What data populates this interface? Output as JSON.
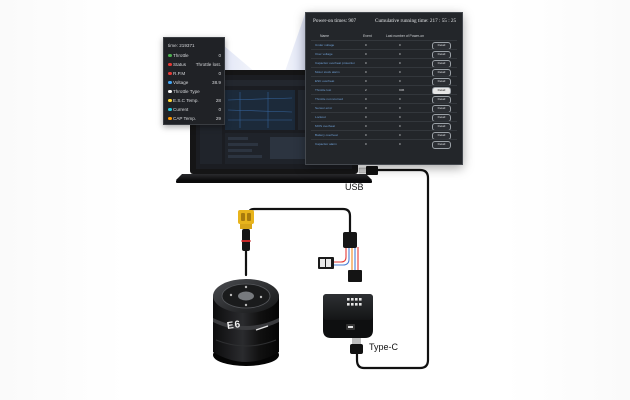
{
  "telemetry_panel": {
    "title": "time: 219371",
    "rows": [
      {
        "label": "Throttle",
        "value": "0",
        "color": "#4caf50"
      },
      {
        "label": "Status",
        "value": "Throttle lost.",
        "color": "#e53935"
      },
      {
        "label": "R.P.M",
        "value": "0",
        "color": "#e53935"
      },
      {
        "label": "Voltage",
        "value": "38.9",
        "color": "#42a5f5"
      },
      {
        "label": "Throttle Type",
        "value": "",
        "color": "#f5f5f5"
      },
      {
        "label": "E.S.C Temp.",
        "value": "28",
        "color": "#fdd835"
      },
      {
        "label": "Current",
        "value": "0",
        "color": "#26c6da"
      },
      {
        "label": "CAP Temp.",
        "value": "29",
        "color": "#ff9800"
      }
    ]
  },
  "stats_panel": {
    "power_on": "Power-on times: 907",
    "running_time": "Cumulative running time: 217 : 55 : 25",
    "columns": [
      "Name",
      "Event",
      "Last number of Power-on",
      ""
    ],
    "rows": [
      {
        "name": "Under voltage",
        "count": "0",
        "last": "0",
        "button": "Detail"
      },
      {
        "name": "Over voltage",
        "count": "0",
        "last": "0",
        "button": "Detail"
      },
      {
        "name": "Capacitor overheat protection",
        "count": "0",
        "last": "0",
        "button": "Detail"
      },
      {
        "name": "Motor stuck alarm",
        "count": "0",
        "last": "0",
        "button": "Detail"
      },
      {
        "name": "ESC overheat",
        "count": "0",
        "last": "0",
        "button": "Detail"
      },
      {
        "name": "Throttle lost",
        "count": "2",
        "last": "906",
        "button": "Detail"
      },
      {
        "name": "Throttle not returned",
        "count": "0",
        "last": "0",
        "button": "Detail"
      },
      {
        "name": "Sensor error",
        "count": "0",
        "last": "0",
        "button": "Detail"
      },
      {
        "name": "Lockout",
        "count": "0",
        "last": "0",
        "button": "Detail"
      },
      {
        "name": "MOS overheat",
        "count": "0",
        "last": "0",
        "button": "Detail"
      },
      {
        "name": "Battery overheat",
        "count": "0",
        "last": "0",
        "button": "Detail"
      },
      {
        "name": "Capacitor alarm",
        "count": "0",
        "last": "0",
        "button": "Detail"
      }
    ]
  },
  "labels": {
    "usb": "USB",
    "type_c": "Type-C",
    "motor_model": "E6"
  },
  "colors": {
    "cable": "#111111",
    "xt_connector": "#e8b41c",
    "laptop": "#1a1a1c",
    "wire_red": "#e53935",
    "wire_blue": "#4a7fd6",
    "wire_orange": "#f08a24"
  }
}
